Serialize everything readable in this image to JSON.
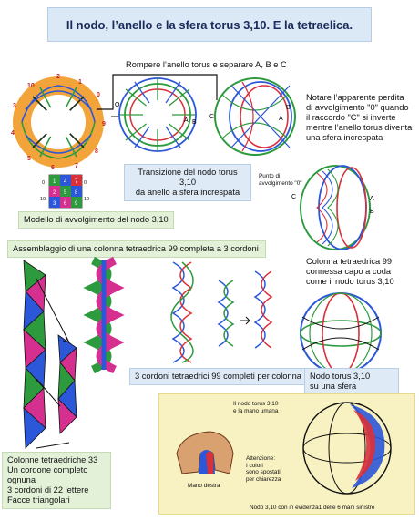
{
  "title": "Il nodo, l’anello e la sfera torus 3,10. E la tetraelica.",
  "labels": {
    "separate": "Rompere l’anello torus e separare A, B e C",
    "notice": [
      "Notare l’apparente perdita",
      "di avvolgimento \"0\" quando",
      "il raccordo \"C\" si inverte",
      "mentre l’anello torus diventa",
      "una sfera increspata"
    ],
    "transition": [
      "Transizione del nodo torus 3,10",
      "da anello a sfera increspata"
    ],
    "winding_model": "Modello di avvolgimento del nodo 3,10",
    "winding_point": [
      "Punto di",
      "avvolgimento \"0\""
    ],
    "assembly": "Assemblaggio di una colonna tetraedrica 99 completa a 3 cordoni",
    "column_connected": [
      "Colonna tetraedrica 99",
      "connessa capo a coda",
      "come il nodo torus 3,10"
    ],
    "three_cords": "3 cordoni tetraedrici 99 completi per colonna",
    "knot_sphere": [
      "Nodo torus 3,10",
      "su una sfera increspata"
    ],
    "columns33": [
      "Colonne tetraedriche 33",
      "Un cordone completo ognuna",
      "3 cordoni di 22 lettere",
      "Facce triangolari"
    ],
    "hand_title": [
      "Il nodo torus 3,10",
      "e la mano umana"
    ],
    "attention": [
      "Attenzione:",
      "I colori",
      "sono spostati",
      "per chiarezza"
    ],
    "right_hand": "Mano destra",
    "highlight": "Nodo 3,10 con in evidenza1 delle 6 mani sinistre"
  },
  "ring_numbers": [
    "1",
    "2",
    "3",
    "4",
    "5",
    "6",
    "7",
    "8",
    "9",
    "10"
  ],
  "strand_letters": [
    "A",
    "B",
    "C",
    "O"
  ],
  "grid": {
    "rows": [
      [
        "1",
        "4",
        "7"
      ],
      [
        "2",
        "5",
        "8"
      ],
      [
        "3",
        "6",
        "9"
      ]
    ],
    "side_left": [
      "0",
      "10"
    ],
    "side_right": [
      "0",
      "10"
    ]
  },
  "colors": {
    "orange": "#f2a33a",
    "blue": "#2b57d8",
    "green": "#2e9a3e",
    "red": "#d9303a",
    "magenta": "#d5308f",
    "dark": "#1b2d1b",
    "title_bg": "#dbe9f7",
    "green_box": "#e3f1d8",
    "yellow_panel": "#f8f1c2"
  },
  "icons": [
    "torus-ring-icon",
    "rippled-sphere-icon",
    "tetrahelix-column-icon",
    "hand-icon"
  ]
}
